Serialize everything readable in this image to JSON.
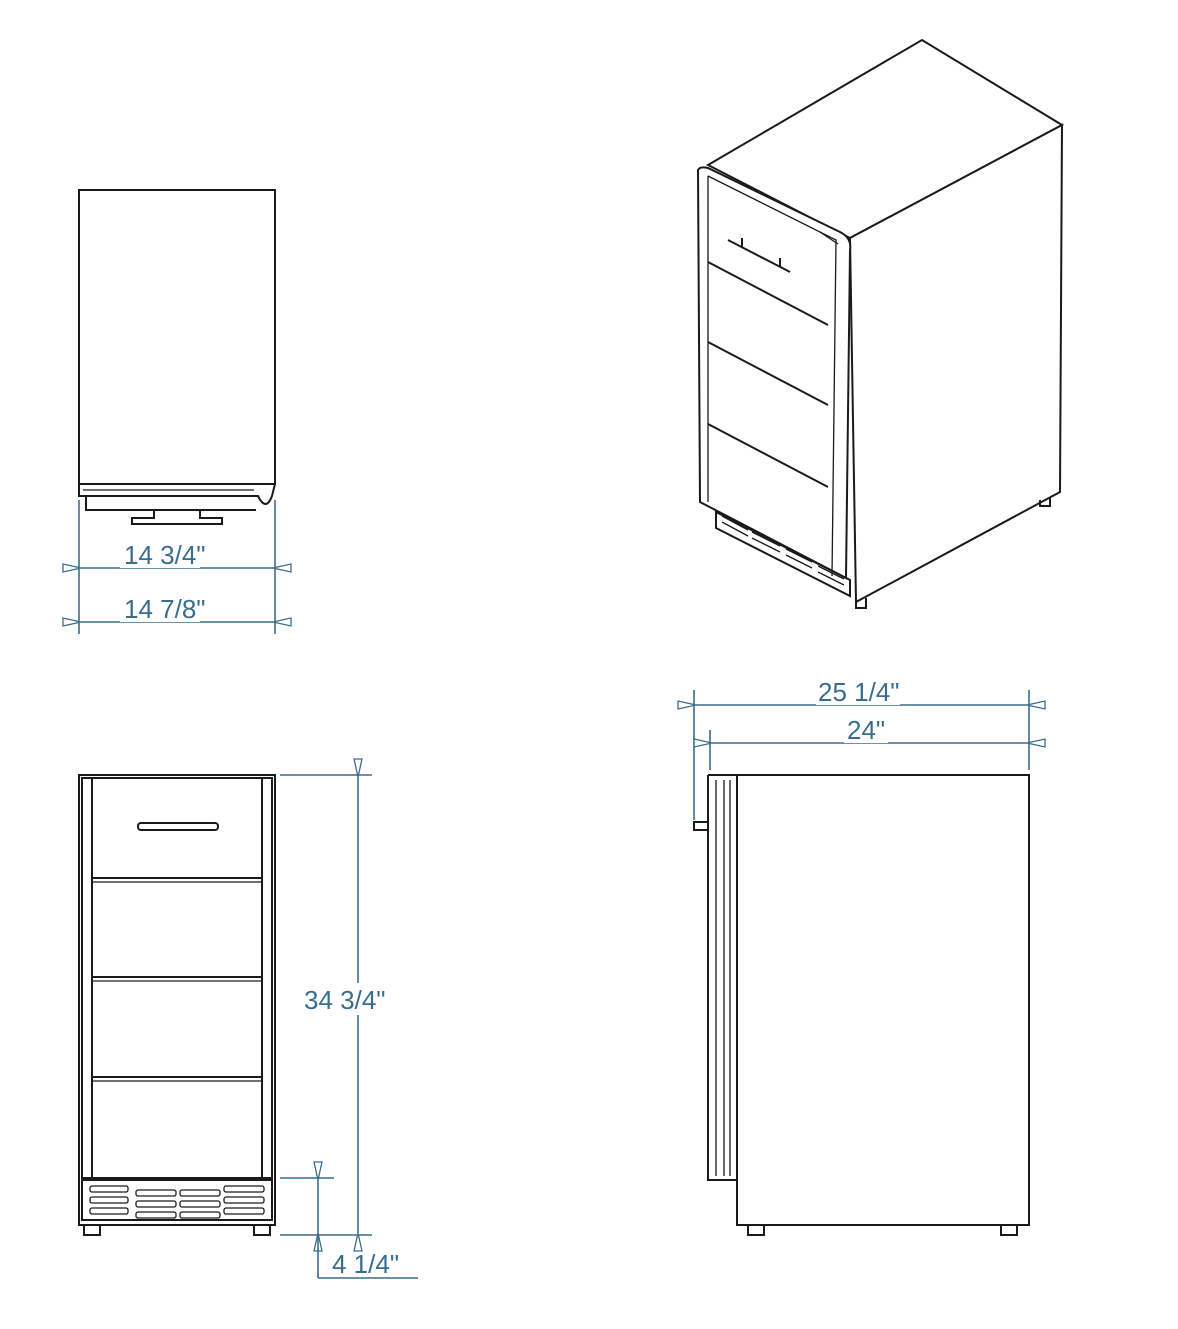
{
  "dimensions": {
    "top_width_inner": "14 3/4\"",
    "top_width_outer": "14 7/8\"",
    "height": "34 3/4\"",
    "kick_height": "4 1/4\"",
    "depth_overall": "25 1/4\"",
    "depth_cabinet": "24\""
  },
  "colors": {
    "dimension": "#3a6d8c",
    "outline": "#1a1a1a"
  }
}
